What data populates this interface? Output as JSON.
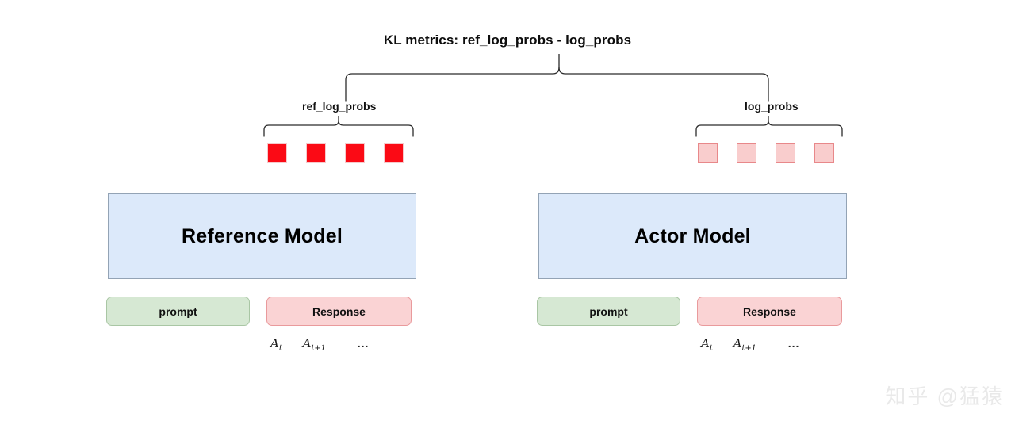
{
  "diagram": {
    "title": "KL metrics: ref_log_probs - log_probs",
    "branches": {
      "left_label": "ref_log_probs",
      "right_label": "log_probs"
    },
    "token_rows": {
      "left": {
        "name": "ref-log-probs-tokens",
        "count": 4,
        "fill_color": "#fb0a15",
        "border_color": "#f6c9cb",
        "style": "solid"
      },
      "right": {
        "name": "log-probs-tokens",
        "count": 4,
        "fill_color": "#f9cdcd",
        "border_color": "#e8888a",
        "style": "faded"
      }
    },
    "models": {
      "left": {
        "label": "Reference Model",
        "fill_color": "#dce9fa",
        "border_color": "#93a3b5"
      },
      "right": {
        "label": "Actor Model",
        "fill_color": "#dce9fa",
        "border_color": "#93a3b5"
      }
    },
    "inputs": {
      "prompt_label": "prompt",
      "response_label": "Response",
      "prompt_color": "#d6e8d3",
      "response_color": "#fad3d4"
    },
    "action_tokens": {
      "first": "A",
      "first_sub": "t",
      "second": "A",
      "second_sub": "t+1",
      "ellipsis": "..."
    },
    "watermark": "知乎 @猛猿"
  }
}
